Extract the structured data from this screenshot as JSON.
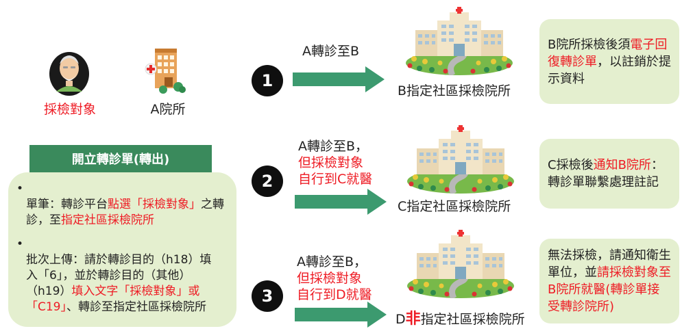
{
  "colors": {
    "green_dark": "#3a8a5c",
    "green_arrow": "#3c9a6f",
    "panel_bg": "#e4efcf",
    "red": "#ee1c25"
  },
  "patient": {
    "icon": "elderly-person-icon",
    "label": "採檢對象"
  },
  "clinic_a": {
    "icon": "clinic-building-icon",
    "label": "A院所"
  },
  "left_panel": {
    "title": "開立轉診單(轉出)",
    "bullets": [
      {
        "dot": "•",
        "parts": [
          {
            "text": "單筆：轉診平台"
          },
          {
            "text": "點選「採檢對象」",
            "red": true
          },
          {
            "text": "之轉診，至"
          },
          {
            "text": "指定社區採檢院所",
            "red": true
          }
        ]
      },
      {
        "dot": "•",
        "parts": [
          {
            "text": "批次上傳：請於轉診目的（h18）填入「6」，並於轉診目的（其他）（h19）"
          },
          {
            "text": "填入文字「採檢對象」或「C19」",
            "red": true
          },
          {
            "text": "、轉診至指定社區採檢院所"
          }
        ]
      }
    ]
  },
  "rows": [
    {
      "number": "1",
      "arrow_label_black": "A轉診至B",
      "arrow_label_red": "",
      "hospital_icon": "hospital-icon",
      "hospital_label_prefix": "B",
      "hospital_label_mid": "",
      "hospital_label_suffix": "指定社區採檢院所",
      "note_parts": [
        {
          "text": "B院所採檢後須"
        },
        {
          "text": "電子回復轉診單",
          "red": true
        },
        {
          "text": "，以註銷於提示資料"
        }
      ]
    },
    {
      "number": "2",
      "arrow_label_black": "A轉診至B，",
      "arrow_label_red": "但採檢對象\n自行到C就醫",
      "hospital_icon": "hospital-icon",
      "hospital_label_prefix": "C",
      "hospital_label_mid": "",
      "hospital_label_suffix": "指定社區採檢院所",
      "note_parts": [
        {
          "text": "C採檢後"
        },
        {
          "text": "通知B院所",
          "red": true
        },
        {
          "text": "：轉診單聯繫處理註記"
        }
      ]
    },
    {
      "number": "3",
      "arrow_label_black": "A轉診至B，",
      "arrow_label_red": "但採檢對象\n自行到D就醫",
      "hospital_icon": "hospital-icon",
      "hospital_label_prefix": "D",
      "hospital_label_mid": "非",
      "hospital_label_suffix": "指定社區採檢院所",
      "note_parts": [
        {
          "text": "無法採檢，請通知衛生單位，並"
        },
        {
          "text": "請採檢對象至B院所就醫(轉診單接受轉診院所)",
          "red": true
        }
      ]
    }
  ]
}
